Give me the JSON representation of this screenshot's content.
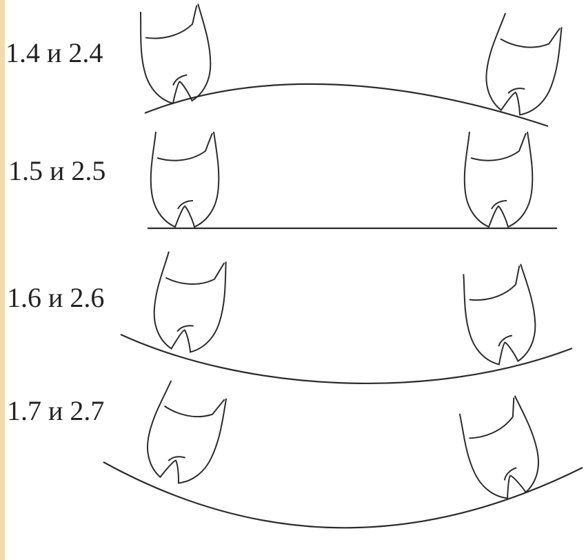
{
  "rows": [
    {
      "label": "1.4 и 2.4",
      "curve": "convex"
    },
    {
      "label": "1.5 и 2.5",
      "curve": "flat"
    },
    {
      "label": "1.6 и 2.6",
      "curve": "concave"
    },
    {
      "label": "1.7 и 2.7",
      "curve": "concave-deep"
    }
  ],
  "colors": {
    "background_frame": "#efdcb0",
    "canvas": "#ffffff",
    "stroke": "#2a2a2a",
    "text": "#222222"
  }
}
